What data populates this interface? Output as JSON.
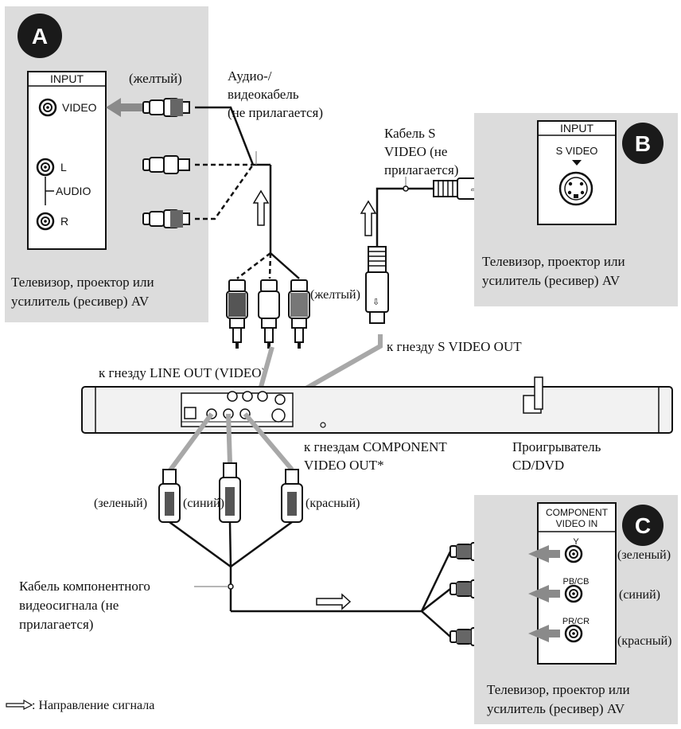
{
  "colors": {
    "panel_bg": "#dcdcdc",
    "badge": "#1a1a1a",
    "arrow_gray": "#8a8a8a",
    "cable_gray": "#a8a8a8",
    "player_body": "#f2f2f2"
  },
  "panel_a": {
    "badge": "A",
    "jack_header": "INPUT",
    "jack_video": "VIDEO",
    "jack_l": "L",
    "jack_audio": "AUDIO",
    "jack_r": "R",
    "device_line1": "Телевизор, проектор или",
    "device_line2": "усилитель (ресивер) AV"
  },
  "panel_b": {
    "badge": "B",
    "jack_header": "INPUT",
    "jack_svideo": "S VIDEO",
    "device_line1": "Телевизор, проектор или",
    "device_line2": "усилитель (ресивер) AV"
  },
  "panel_c": {
    "badge": "C",
    "jack_header_line1": "COMPONENT",
    "jack_header_line2": "VIDEO IN",
    "jack_y": "Y",
    "jack_pb": "PB/CB",
    "jack_pr": "PR/CR",
    "color_green": "(зеленый)",
    "color_blue": "(синий)",
    "color_red": "(красный)",
    "device_line1": "Телевизор, проектор или",
    "device_line2": "усилитель (ресивер) AV"
  },
  "labels": {
    "yellow_top": "(желтый)",
    "av_cable_line1": "Аудио-/",
    "av_cable_line2": "видеокабель",
    "av_cable_line3": "(не прилагается)",
    "svideo_cable_line1": "Кабель S",
    "svideo_cable_line2": "VIDEO (не",
    "svideo_cable_line3": "прилагается)",
    "yellow_mid": "(желтый)",
    "to_svideo_out": "к гнезду S VIDEO OUT",
    "to_line_out": "к гнезду LINE OUT (VIDEO)",
    "to_component_line1": "к гнездам COMPONENT",
    "to_component_line2": "VIDEO OUT*",
    "player_line1": "Проигрыватель",
    "player_line2": "CD/DVD",
    "green": "(зеленый)",
    "blue": "(синий)",
    "red": "(красный)",
    "component_cable_line1": "Кабель компонентного",
    "component_cable_line2": "видеосигнала (не",
    "component_cable_line3": "прилагается)",
    "signal_direction": ": Направление сигнала"
  }
}
